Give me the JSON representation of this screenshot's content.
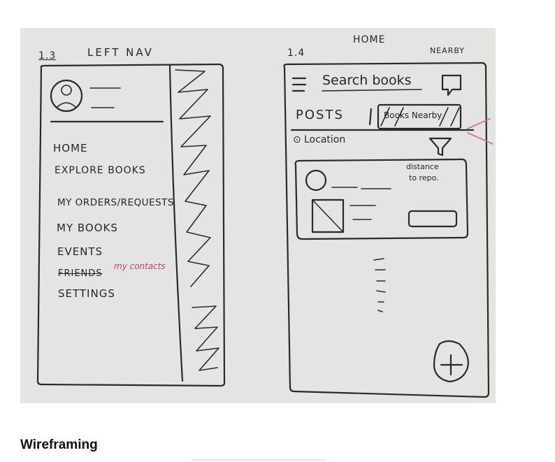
{
  "figure": {
    "caption": "Wireframing"
  },
  "left_sketch": {
    "number": "1.3",
    "title": "LEFT NAV",
    "menu_items": [
      "HOME",
      "EXPLORE BOOKS",
      "MY ORDERS/REQUESTS",
      "MY BOOKS",
      "EVENTS",
      "FRIENDS",
      "SETTINGS"
    ],
    "annotation": "my contacts"
  },
  "right_sketch": {
    "top_label": "HOME",
    "number": "1.4",
    "corner_label": "NEARBY",
    "search_label": "Search books",
    "tab_posts": "POSTS",
    "tab_books_nearby": "Books Nearby",
    "location_label": "Location",
    "card_note_line1": "distance",
    "card_note_line2": "to repo."
  },
  "colors": {
    "paper": "#e6e4e2",
    "ink": "#262626",
    "annotation_ink": "#b0477a"
  }
}
